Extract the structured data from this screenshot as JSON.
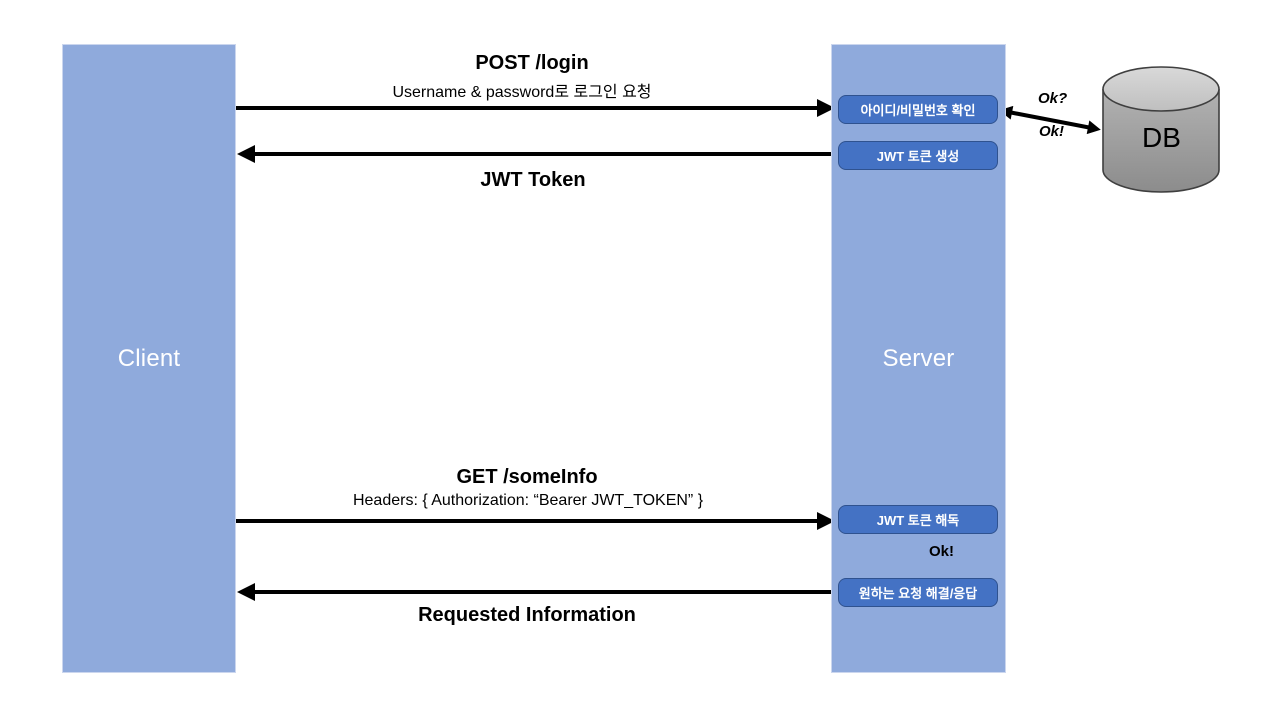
{
  "nodes": {
    "client": "Client",
    "server": "Server",
    "db": "DB"
  },
  "messages": {
    "post_login": {
      "title": "POST /login",
      "subtitle": "Username & password로 로그인 요청"
    },
    "jwt_token_return": {
      "title": "JWT Token"
    },
    "get_someinfo": {
      "title": "GET /someInfo",
      "subtitle": "Headers: { Authorization: “Bearer JWT_TOKEN” }"
    },
    "requested_info_return": {
      "title": "Requested Information"
    }
  },
  "server_steps": {
    "verify_credentials": "아이디/비밀번호 확인",
    "create_token": "JWT 토큰 생성",
    "decode_token": "JWT 토큰 해독",
    "resolve_request": "원하는 요청 해결/응답"
  },
  "annotations": {
    "db_ok_question": "Ok?",
    "db_ok_answer": "Ok!",
    "decode_ok": "Ok!"
  },
  "colors": {
    "node_fill": "#8faadc",
    "step_fill": "#4472c4",
    "step_border": "#2f528f",
    "arrow_color": "#000000",
    "db_top_light": "#d9d9d9",
    "db_top_dark": "#bfbfbf",
    "db_body_light": "#b2b2b2",
    "db_body_dark": "#8c8c8c",
    "db_outline": "#3f3f3f"
  }
}
